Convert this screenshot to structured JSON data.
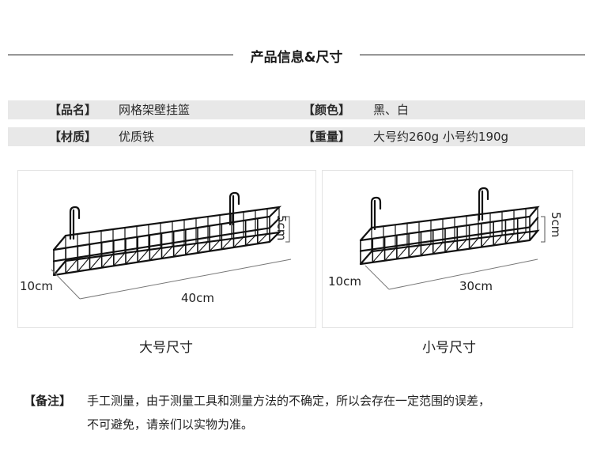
{
  "header": {
    "title": "产品信息&尺寸"
  },
  "specs": [
    {
      "label": "【品名】",
      "value": "网格架壁挂篮"
    },
    {
      "label": "【颜色】",
      "value": "黑、白"
    },
    {
      "label": "【材质】",
      "value": "优质铁"
    },
    {
      "label": "【重量】",
      "value": "大号约260g 小号约190g"
    }
  ],
  "products": {
    "large": {
      "caption": "大号尺寸",
      "length": "40cm",
      "width": "10cm",
      "height": "5cm"
    },
    "small": {
      "caption": "小号尺寸",
      "length": "30cm",
      "width": "10cm",
      "height": "5cm"
    }
  },
  "note": {
    "label": "【备注】",
    "line1": "手工测量，由于测量工具和测量方法的不确定，所以会存在一定范围的误差，",
    "line2": "不可避免，请亲们以实物为准。"
  },
  "colors": {
    "band": "#e8e8e8",
    "wire": "#111111",
    "rule": "#1a1a1a"
  }
}
